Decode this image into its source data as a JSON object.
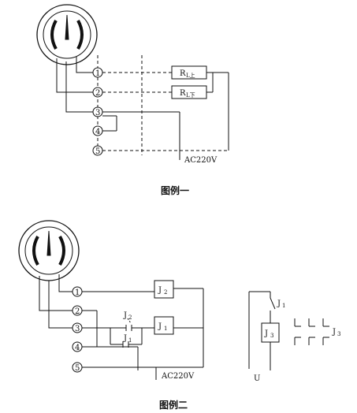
{
  "diagram1": {
    "caption": "图例一",
    "terminals": [
      "1",
      "2",
      "3",
      "4",
      "5"
    ],
    "relay_upper": "R",
    "relay_upper_sub": "L上",
    "relay_lower": "R",
    "relay_lower_sub": "L下",
    "supply": "AC220V"
  },
  "diagram2": {
    "caption": "图例二",
    "terminals": [
      "1",
      "2",
      "3",
      "4",
      "5"
    ],
    "relay_j2": "J",
    "relay_j2_sub": "2",
    "relay_j1": "J",
    "relay_j1_sub": "1",
    "contact_j2": "J",
    "contact_j2_sub": "2",
    "contact_j1": "J",
    "contact_j1_sub": "1",
    "supply": "AC220V",
    "side_contact_j1": "J",
    "side_contact_j1_sub": "1",
    "side_relay_j3": "J",
    "side_relay_j3_sub": "3",
    "side_contacts_j3": "J",
    "side_contacts_j3_sub": "3",
    "side_supply": "U"
  }
}
